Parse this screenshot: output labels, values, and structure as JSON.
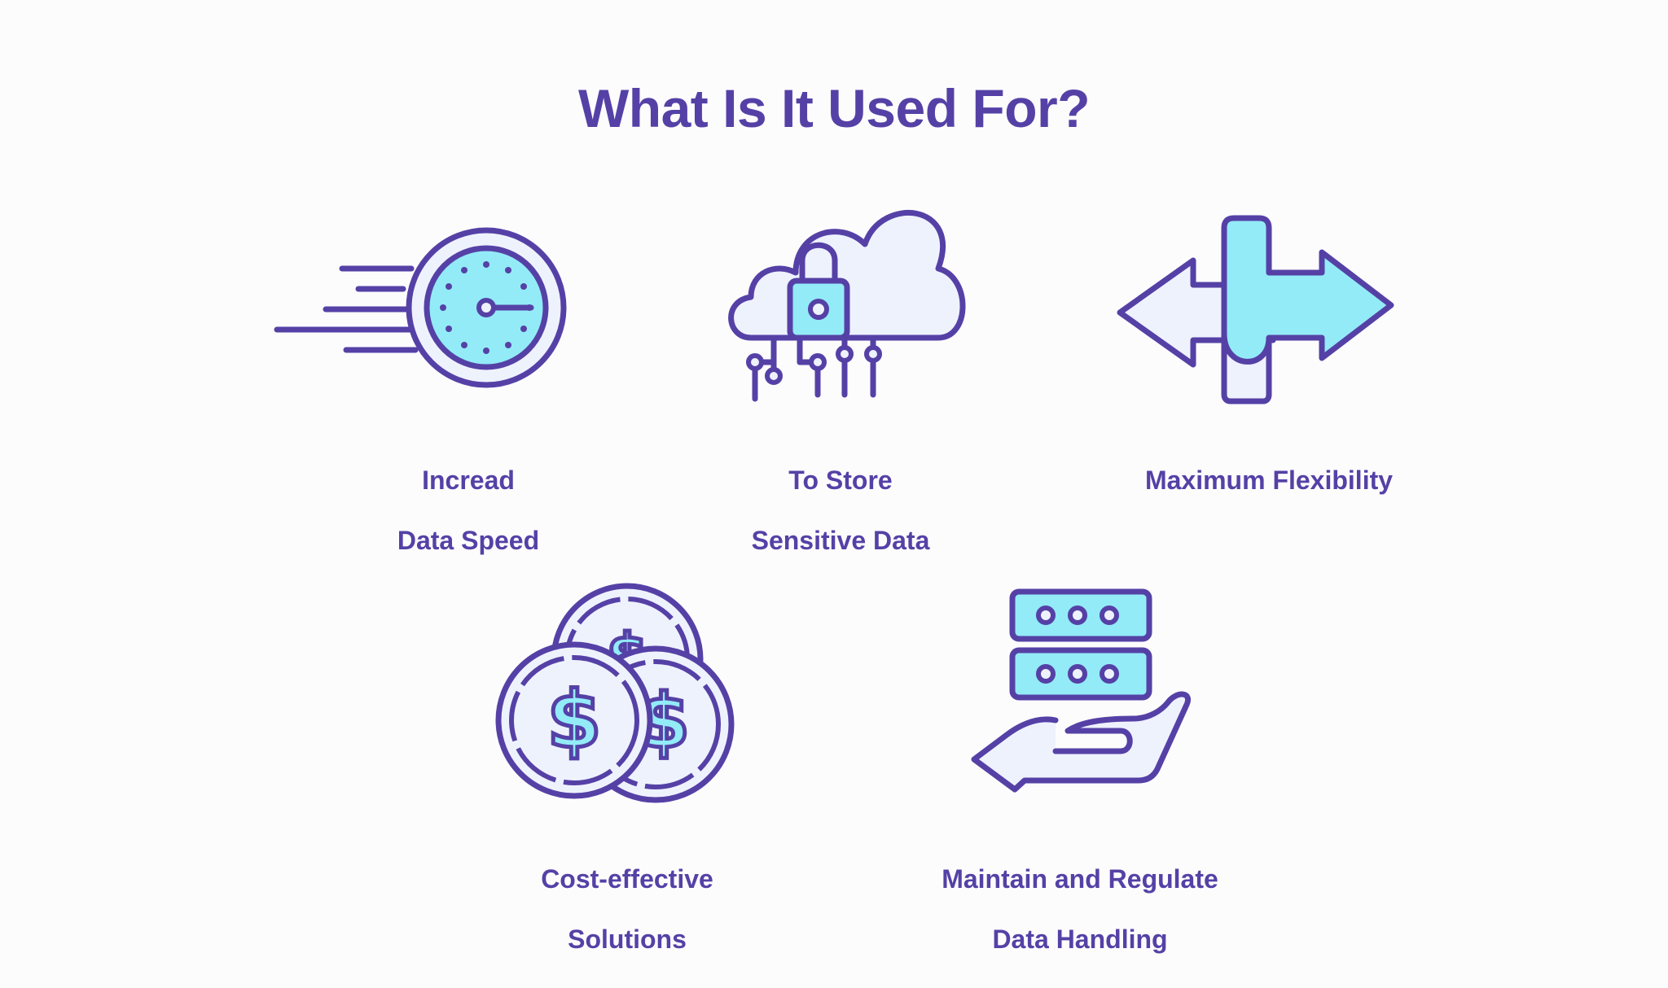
{
  "title": "What Is It Used For?",
  "colors": {
    "primary": "#5541a6",
    "accent": "#93ebf8",
    "light": "#eef2fd",
    "background": "#fcfcfd"
  },
  "items": [
    {
      "icon": "stopwatch-speed-icon",
      "lines": [
        "Incread",
        "Data Speed"
      ]
    },
    {
      "icon": "cloud-lock-icon",
      "lines": [
        "To Store",
        "Sensitive Data"
      ]
    },
    {
      "icon": "split-arrows-icon",
      "lines": [
        "Maximum Flexibility"
      ]
    },
    {
      "icon": "dollar-coins-icon",
      "lines": [
        "Cost-effective",
        "Solutions"
      ]
    },
    {
      "icon": "server-hand-icon",
      "lines": [
        "Maintain and Regulate",
        "Data Handling"
      ]
    }
  ]
}
